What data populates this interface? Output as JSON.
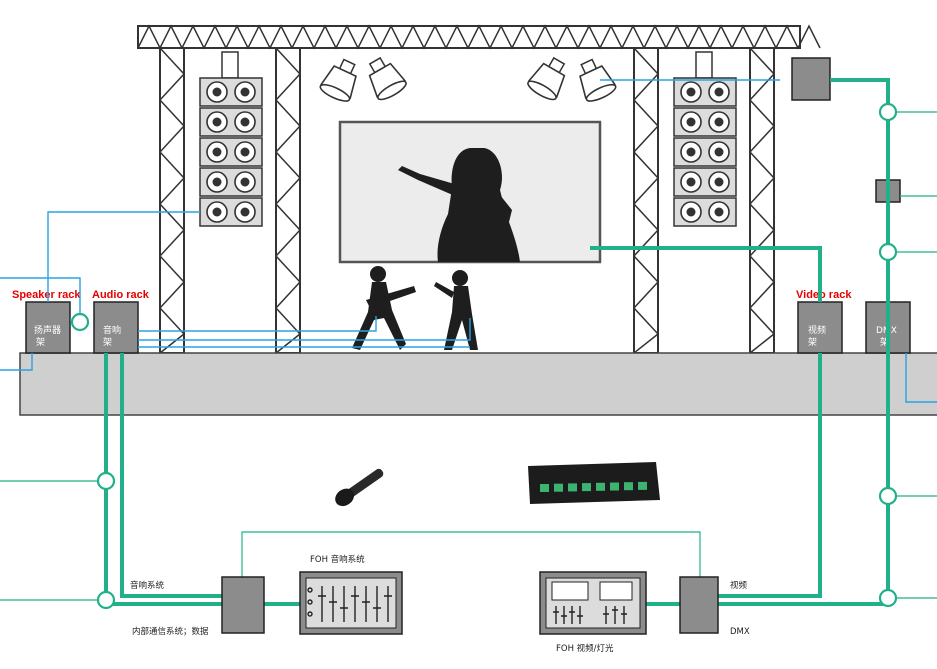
{
  "colors": {
    "teal_cable": "#22b08a",
    "blue_cable": "#29a3e0",
    "rack_fill": "#8c8c8c",
    "stage_fill": "#cfcfcf",
    "label_red": "#e60000"
  },
  "racks": {
    "speaker": {
      "title": "Speaker rack",
      "line1": "扬声器",
      "line2": "架"
    },
    "audio": {
      "title": "Audio rack",
      "line1": "音响",
      "line2": "架"
    },
    "video": {
      "title": "Video rack",
      "line1": "视频",
      "line2": "架"
    },
    "dmx": {
      "line1": "DMX",
      "line2": "架"
    }
  },
  "foh": {
    "audio_system": "FOH 音响系统",
    "video_lighting": "FOH 视频/灯光",
    "audio_link": "音响系统",
    "intercom_data": "内部通信系统；数据",
    "video_link": "视频",
    "dmx_link": "DMX"
  },
  "icons": {
    "microphone": "microphone-icon",
    "patch_panel": "patch-panel-icon",
    "mixer": "mixing-console-icon",
    "video_console": "video-lighting-console-icon",
    "singer": "singer-silhouette-icon",
    "guitarist": "guitarist-silhouette-icon"
  }
}
